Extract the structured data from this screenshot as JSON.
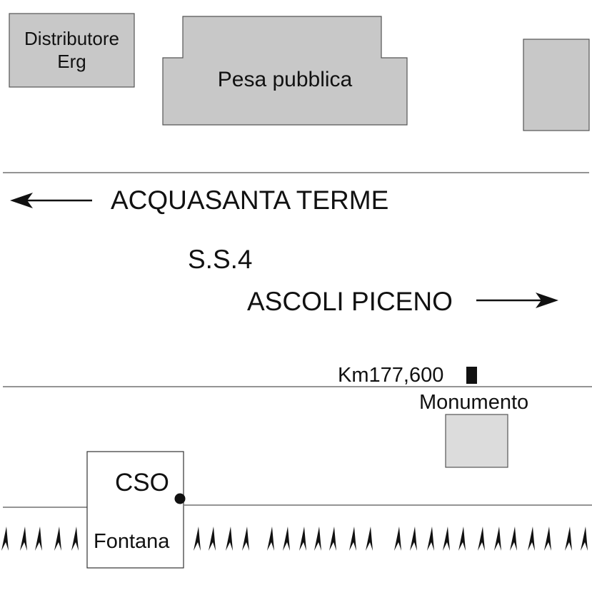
{
  "buildings": {
    "distributore": {
      "label_line1": "Distributore",
      "label_line2": "Erg"
    },
    "pesa": {
      "label": "Pesa pubblica"
    },
    "monumento": {
      "label": "Monumento"
    },
    "cso": {
      "label_top": "CSO",
      "label_bottom": "Fontana"
    }
  },
  "road": {
    "name": "S.S.4",
    "west_destination": "ACQUASANTA TERME",
    "east_destination": "ASCOLI PICENO",
    "km_marker": "Km177,600"
  },
  "colors": {
    "building_fill": "#c8c8c8",
    "monument_fill": "#dcdcdc",
    "line": "#555555",
    "ink": "#111111"
  },
  "icons": {
    "west_arrow": "arrow-left-icon",
    "east_arrow": "arrow-right-icon",
    "km_marker": "milestone-icon",
    "cso_point": "point-marker-icon",
    "vegetation": "tree-icon"
  }
}
